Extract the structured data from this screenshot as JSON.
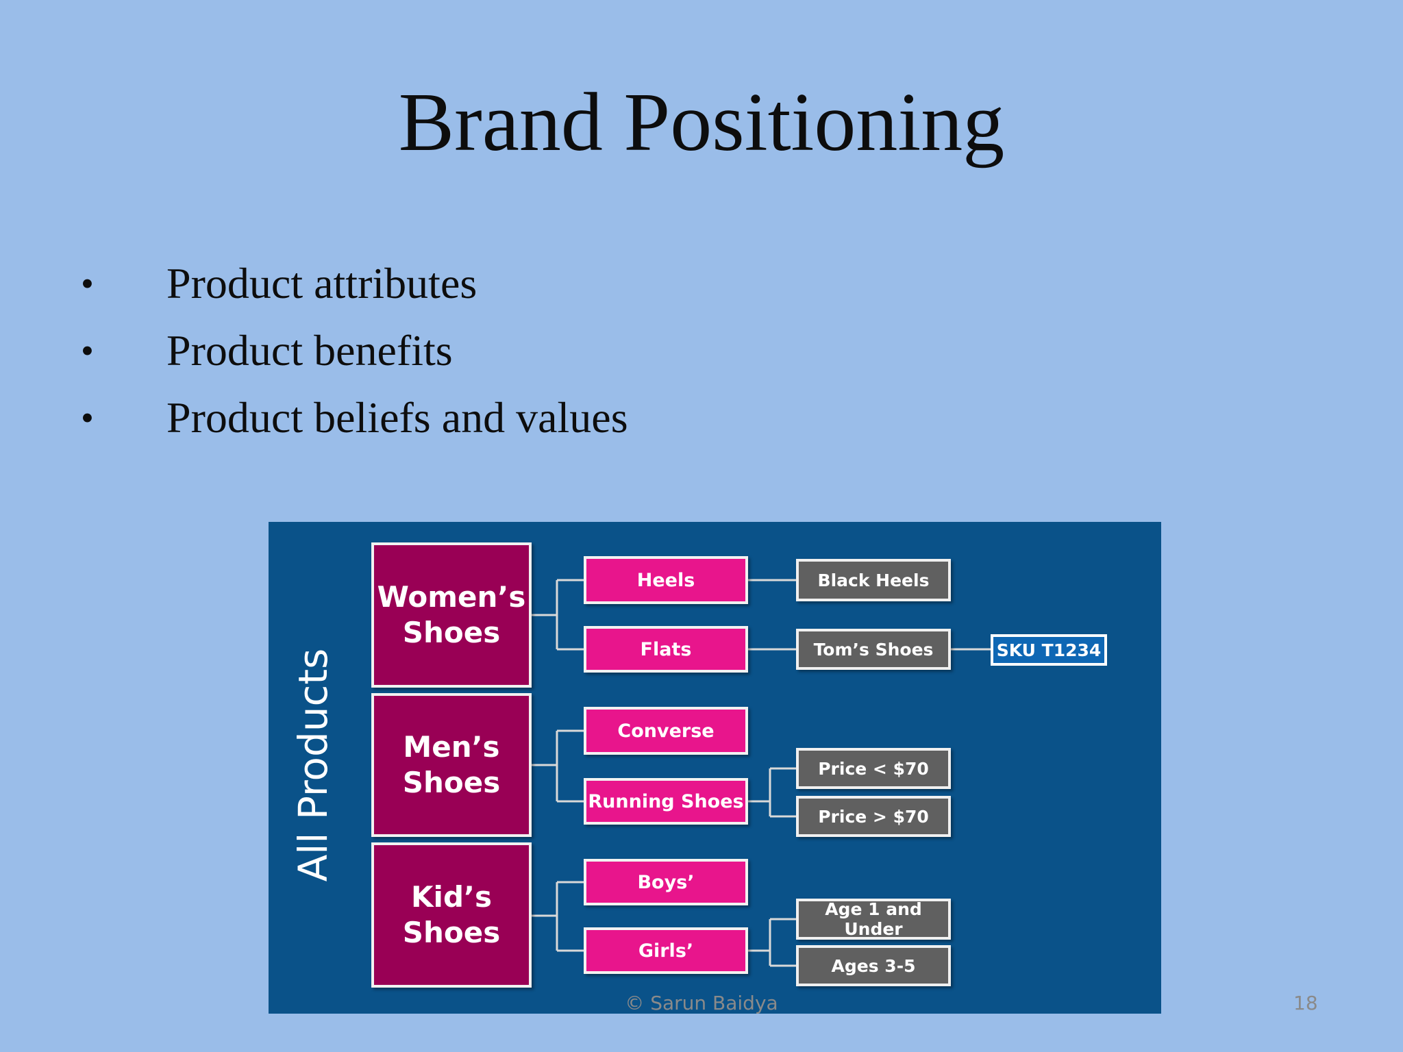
{
  "slide": {
    "title": "Brand Positioning",
    "bullets": [
      "Product attributes",
      "Product benefits",
      "Product beliefs and values"
    ],
    "bullet_glyph": "•",
    "footer": "© Sarun Baidya",
    "page_number": "18"
  },
  "diagram": {
    "root": "All Products",
    "categories": [
      {
        "line1": "Women’s",
        "line2": "Shoes",
        "items": [
          "Heels",
          "Flats"
        ],
        "leaves": [
          "Black Heels",
          "Tom’s Shoes"
        ],
        "sku": "SKU T1234"
      },
      {
        "line1": "Men’s",
        "line2": "Shoes",
        "items": [
          "Converse",
          "Running Shoes"
        ],
        "leaves": [
          "Price < $70",
          "Price > $70"
        ]
      },
      {
        "line1": "Kid’s",
        "line2": "Shoes",
        "items": [
          "Boys’",
          "Girls’"
        ],
        "leaves": [
          "Age 1 and Under",
          "Ages 3-5"
        ]
      }
    ]
  },
  "colors": {
    "background": "#9abde9",
    "diagram_background": "#0a5289",
    "category_fill": "#990055",
    "item_fill": "#e8158c",
    "leaf_fill": "#606060",
    "sku_fill": "#0e67b4"
  }
}
